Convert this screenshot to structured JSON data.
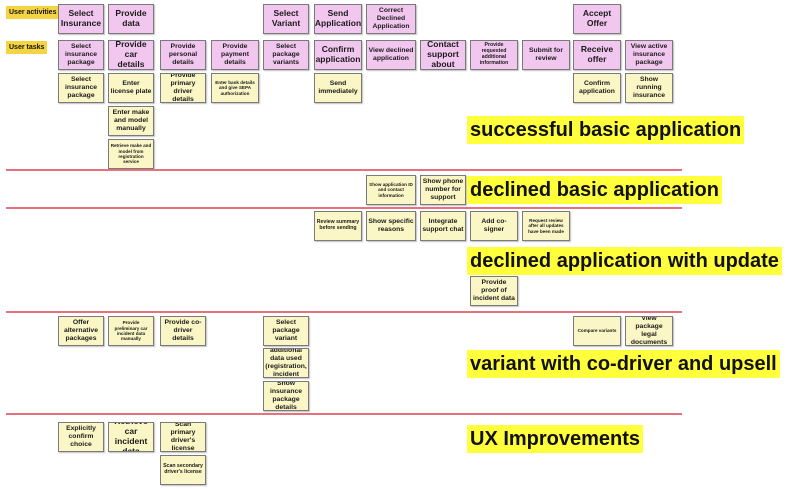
{
  "row_labels": {
    "activities": "User activities",
    "tasks": "User tasks"
  },
  "activities": [
    "Select Insurance",
    "Provide data",
    "Select Variant",
    "Send Application",
    "Correct Declined Application",
    "Accept Offer"
  ],
  "tasks": [
    "Select insurance package",
    "Provide car details",
    "Provide personal details",
    "Provide payment details",
    "Select package variants",
    "Confirm application",
    "View declined application",
    "Contact support about",
    "Provide requested additional information",
    "Submit for review",
    "Receive offer",
    "View active insurance package"
  ],
  "sections": {
    "basic": {
      "title": "successful basic application",
      "notes": [
        "Select insurance package",
        "Enter license plate",
        "Provide primary driver details",
        "Enter bank details and give SEPA authorization",
        "Send immediately",
        "Confirm application",
        "Show running insurance",
        "Enter make and model manually",
        "Retrieve make and model from registration service"
      ]
    },
    "declined": {
      "title": "declined basic application",
      "notes": [
        "Show application ID and contact information",
        "Show phone number for support"
      ]
    },
    "update": {
      "title": "declined application with update",
      "notes": [
        "Review summary before sending",
        "Show specific reasons",
        "Integrate support chat",
        "Add co-signer",
        "Request review after all updates have been made",
        "Provide proof of incident data"
      ]
    },
    "variant": {
      "title": "variant with co-driver and upsell",
      "notes": [
        "Offer alternative packages",
        "Provide preliminary car incident data manually",
        "Provide co-driver details",
        "Select package variant",
        "Compare variants",
        "View package legal documents",
        "Show any additional data used (registration, incident data)",
        "Show insurance package details"
      ]
    },
    "ux": {
      "title": "UX Improvements",
      "notes": [
        "Explicitly confirm choice",
        "Retrieve car incident data",
        "Scan primary driver's license",
        "Scan secondary driver's license"
      ]
    }
  },
  "colors": {
    "activity": "#f2c7ef",
    "task": "#f2c7ef",
    "story": "#fbf6c5",
    "label": "#f5d442",
    "title": "#ffff3c",
    "separator": "#e5717f"
  }
}
